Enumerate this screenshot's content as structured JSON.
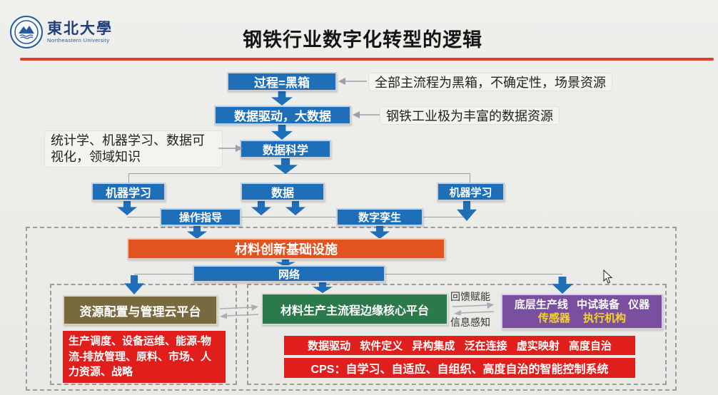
{
  "slide": {
    "logo": {
      "name_cn": "東北大學",
      "name_en": "Northeastern University"
    },
    "title": "钢铁行业数字化转型的逻辑",
    "colors": {
      "blue": "#1e6fb8",
      "orange": "#e25320",
      "olive": "#79693f",
      "green": "#2c7a4b",
      "purple": "#7b4fa0",
      "red": "#e01f1c",
      "underline": "#dd3f28",
      "background": "#ebebe8",
      "yellow_text": "#f4d32c"
    },
    "flow": {
      "process": "过程=黑箱",
      "data_driven": "数据驱动，大数据",
      "data_science": "数据科学",
      "ml_left": "机器学习",
      "data": "数据",
      "ml_right": "机器学习",
      "op_guide": "操作指导",
      "digital_twin": "数字孪生",
      "infra": "材料创新基础设施",
      "network": "网络",
      "cloud_platform": "资源配置与管理云平台",
      "edge_platform": "材料生产主流程边缘核心平台",
      "device_line1": "底层生产线 中试装备 仪器",
      "device_line2": "传感器 执行机构",
      "mgmt_items": "生产调度、设备运维、能源-物流-排放管理、原料、市场、人力资源、战略",
      "features": "数据驱动 软件定义 异构集成 泛在连接 虚实映射 高度自治",
      "cps": "CPS：自学习、自适应、自组织、高度自治的智能控制系统"
    },
    "annotations": {
      "blackbox": "全部主流程为黑箱，不确定性，场景资源",
      "rich_data": "钢铁工业极为丰富的数据资源",
      "methods": "统计学、机器学习、数据可视化，领域知识",
      "feedback": "回馈赋能",
      "perception": "信息感知"
    }
  }
}
